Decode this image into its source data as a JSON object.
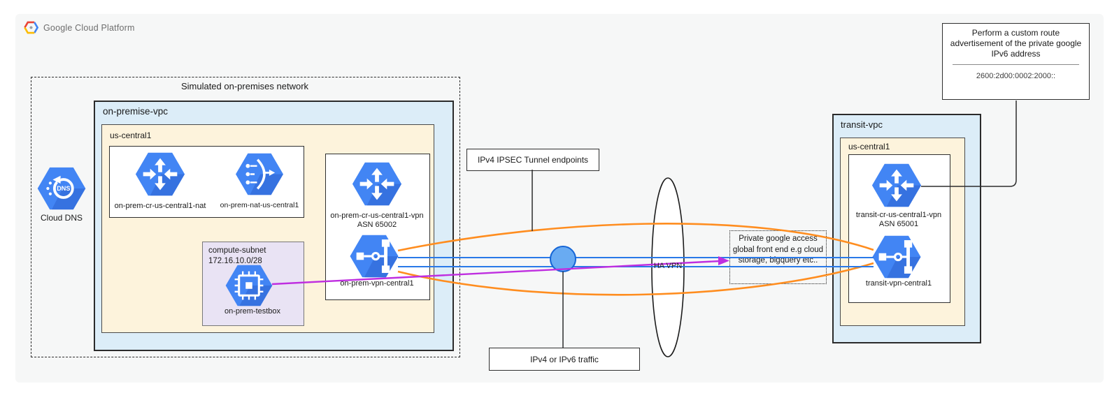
{
  "header": {
    "logo_text": "Google Cloud Platform"
  },
  "on_prem": {
    "dashed_label": "Simulated on-premises network",
    "vpc_label": "on-premise-vpc",
    "region_label": "us-central1",
    "dns_label": "Cloud DNS",
    "nat_box": {
      "router_label": "on-prem-cr-us-central1-nat",
      "nat_label": "on-prem-nat-us-central1"
    },
    "subnet": {
      "name": "compute-subnet",
      "cidr": "172.16.10.0/28",
      "vm_label": "on-prem-testbox"
    },
    "vpn_box": {
      "router_label": "on-prem-cr-us-central1-vpn",
      "asn": "ASN 65002",
      "vpn_label": "on-prem-vpn-central1"
    }
  },
  "middle": {
    "ipsec_label": "IPv4 IPSEC Tunnel endpoints",
    "traffic_label": "IPv4 or IPv6 traffic",
    "havpn_label": "HA VPN",
    "pga_text": "Private google access global front end e.g cloud storage, bigquery etc.."
  },
  "transit": {
    "vpc_label": "transit-vpc",
    "region_label": "us-central1",
    "router_label": "transit-cr-us-central1-vpn",
    "asn": "ASN 65001",
    "vpn_label": "transit-vpn-central1"
  },
  "callout": {
    "heading": "Perform a custom route advertisement of the private google IPv6 address",
    "address": "2600:2d00:0002:2000::"
  },
  "icons": {
    "logo": "google-cloud-platform-logo",
    "dns": "cloud-dns-icon",
    "router": "cloud-router-icon",
    "nat": "cloud-nat-icon",
    "vpn": "cloud-vpn-gateway-icon",
    "compute": "compute-engine-icon"
  },
  "colors": {
    "panel_bg": "#f6f7f7",
    "gcp_blue": "#4285f4",
    "vpc_fill": "#dcedf8",
    "region_fill": "#fdf3dc",
    "subnet_fill": "#e9e3f4",
    "orange": "#ff8d1f",
    "line_blue": "#2979e8",
    "purple": "#bf2ee0",
    "circle_fill": "#69abf2",
    "circle_stroke": "#1565d6"
  }
}
